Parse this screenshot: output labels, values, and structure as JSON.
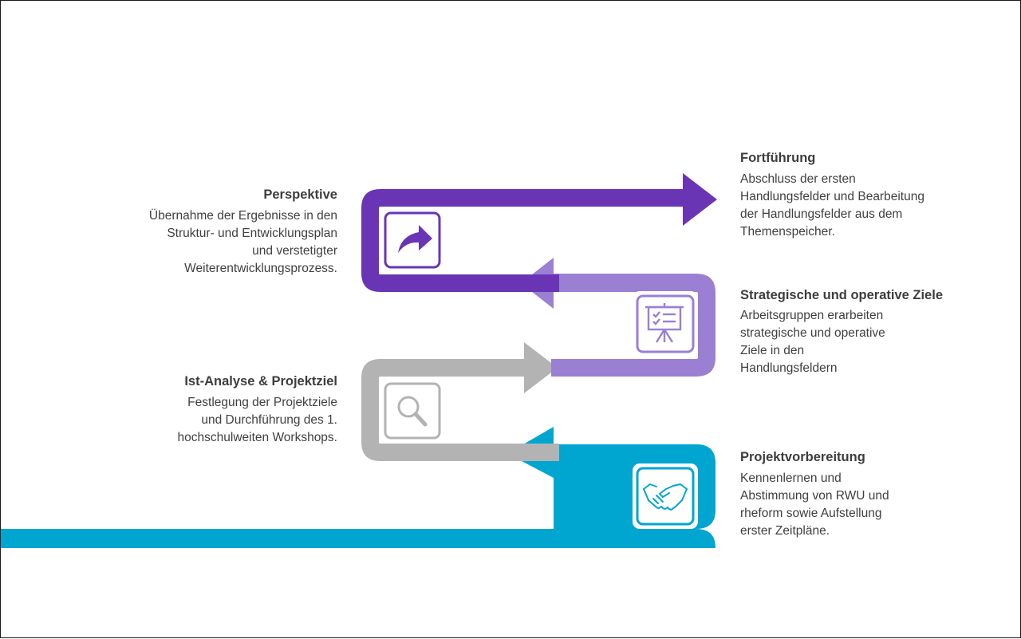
{
  "colors": {
    "purple_dark": "#6a35b5",
    "purple_light": "#9a7fd3",
    "gray": "#b3b3b3",
    "cyan": "#00a6cf",
    "text": "#404040"
  },
  "steps": [
    {
      "id": "projektvorbereitung",
      "title": "Projektvorbereitung",
      "body": "Kennenlernen und\nAbstimmung von RWU und\nrheform sowie Aufstellung\nerster Zeitpläne.",
      "icon": "handshake-icon",
      "color": "#00a6cf"
    },
    {
      "id": "ist-analyse",
      "title": "Ist-Analyse & Projektziel",
      "body": "Festlegung der Projektziele\nund Durchführung des 1.\nhochschulweiten Workshops.",
      "icon": "magnifier-icon",
      "color": "#b3b3b3"
    },
    {
      "id": "strategische-ziele",
      "title": "Strategische und operative Ziele",
      "body": "Arbeitsgruppen erarbeiten\nstrategische und operative\nZiele in den\nHandlungsfeldern",
      "icon": "presentation-board-icon",
      "color": "#9a7fd3"
    },
    {
      "id": "perspektive",
      "title": "Perspektive",
      "body": "Übernahme der Ergebnisse in den\nStruktur- und Entwicklungsplan\nund verstetigter\nWeiterentwicklungsprozess.",
      "icon": "forward-arrow-icon",
      "color": "#6a35b5"
    },
    {
      "id": "fortfuehrung",
      "title": "Fortführung",
      "body": "Abschluss der ersten\nHandlungsfelder und Bearbeitung\nder Handlungsfelder aus dem\nThemenspeicher.",
      "icon": "",
      "color": "#6a35b5"
    }
  ]
}
